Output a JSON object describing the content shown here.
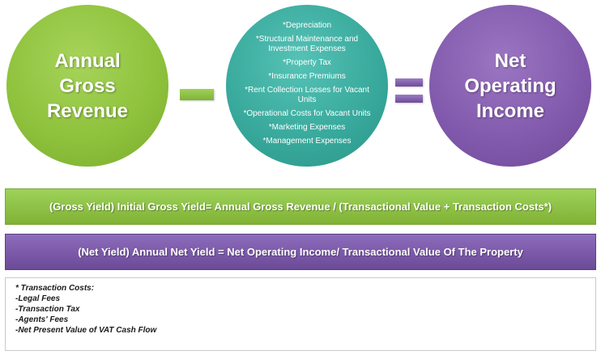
{
  "circles": {
    "gross": {
      "line1": "Annual",
      "line2": "Gross",
      "line3": "Revenue",
      "color": "#8fc23d"
    },
    "expenses": {
      "color": "#37a89b",
      "items": [
        "*Depreciation",
        "*Structural Maintenance and Investment Expenses",
        "*Property Tax",
        "*Insurance Premiums",
        "*Rent Collection Losses for Vacant Units",
        "*Operational Costs for Vacant Units",
        "*Marketing Expenses",
        "*Management Expenses"
      ]
    },
    "noi": {
      "line1": "Net",
      "line2": "Operating",
      "line3": "Income",
      "color": "#8159ac"
    }
  },
  "bands": {
    "gross_yield": "(Gross Yield) Initial Gross Yield= Annual Gross Revenue / (Transactional Value + Transaction Costs*)",
    "net_yield": "(Net Yield) Annual Net Yield = Net Operating Income/ Transactional Value Of The Property"
  },
  "notes": {
    "heading": "* Transaction Costs:",
    "items": [
      "-Legal Fees",
      "-Transaction Tax",
      "-Agents' Fees",
      "-Net Present Value of VAT Cash Flow"
    ]
  }
}
